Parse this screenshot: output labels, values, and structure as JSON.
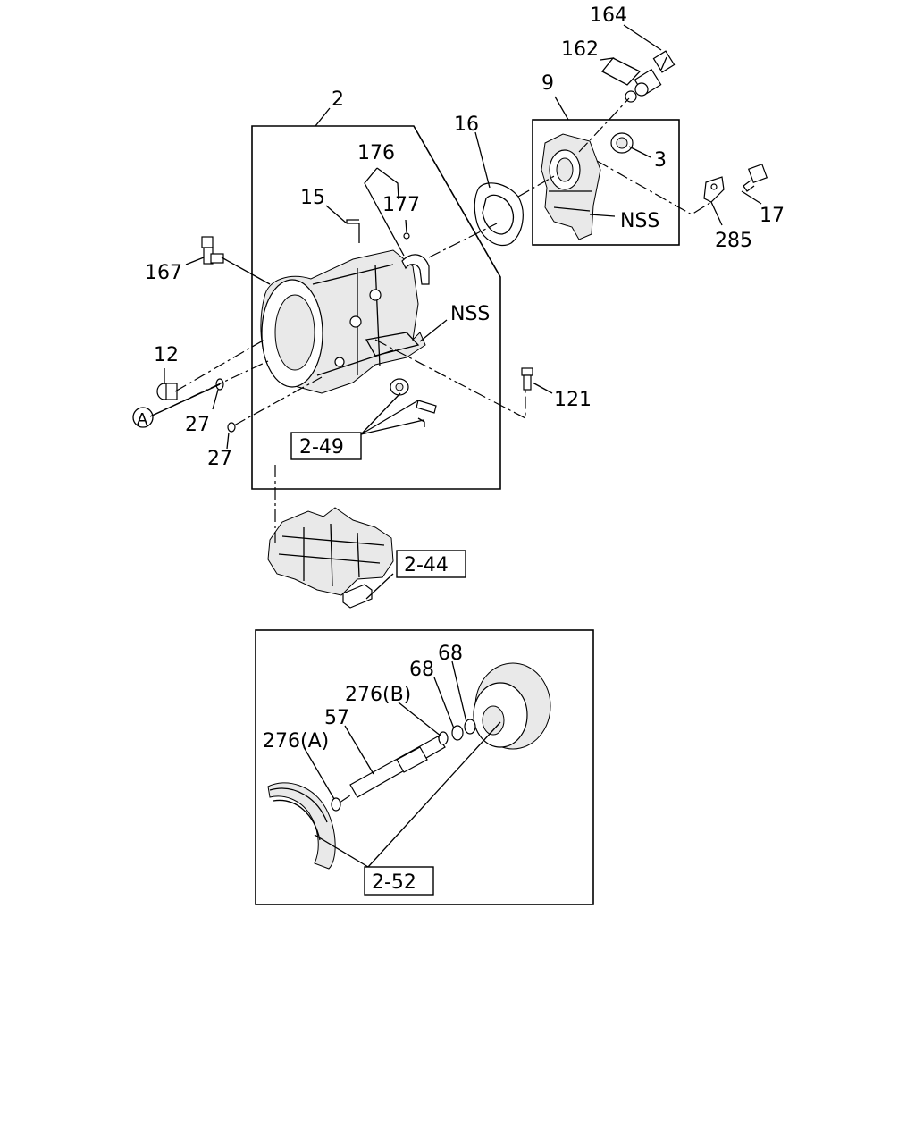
{
  "callouts": {
    "c164": "164",
    "c162": "162",
    "c9": "9",
    "c2": "2",
    "c16": "16",
    "c3": "3",
    "c176": "176",
    "c177": "177",
    "c15": "15",
    "c17": "17",
    "c285": "285",
    "c167": "167",
    "nss_top": "NSS",
    "nss_mid": "NSS",
    "c12": "12",
    "c27a": "27",
    "c27b": "27",
    "c121": "121",
    "circle_a": "A",
    "c68a": "68",
    "c68b": "68",
    "c276b": "276(B)",
    "c57": "57",
    "c276a": "276(A)"
  },
  "section_refs": {
    "r249": "2-49",
    "r244": "2-44",
    "r252": "2-52"
  }
}
